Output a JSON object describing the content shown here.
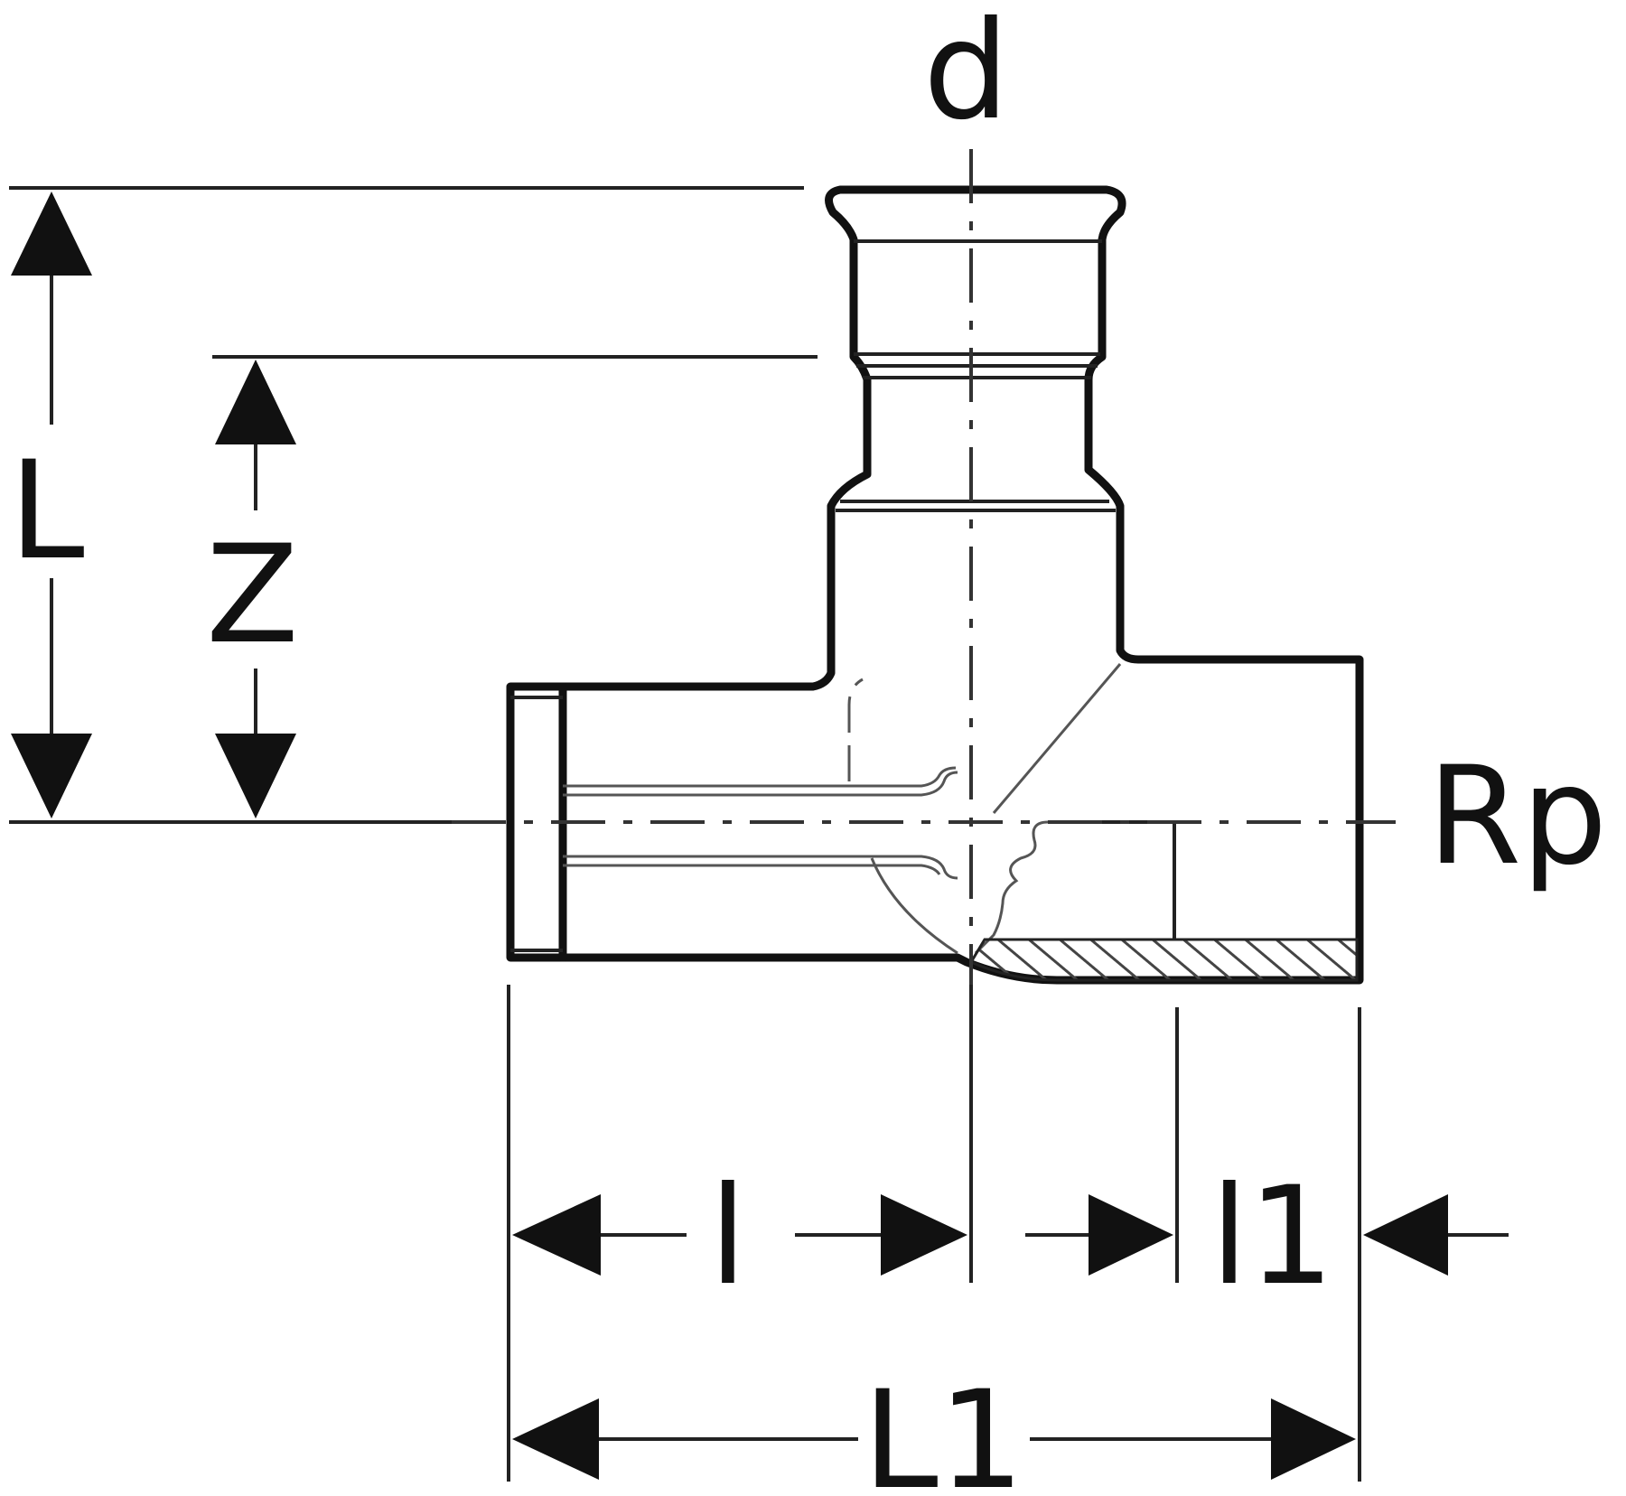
{
  "colors": {
    "line": "#111111",
    "background": "#ffffff",
    "hatch": "#444444"
  },
  "labels": {
    "d": "d",
    "L": "L",
    "Z": "Z",
    "Rp": "Rp",
    "l": "l",
    "l1": "l1",
    "L1": "L1"
  }
}
